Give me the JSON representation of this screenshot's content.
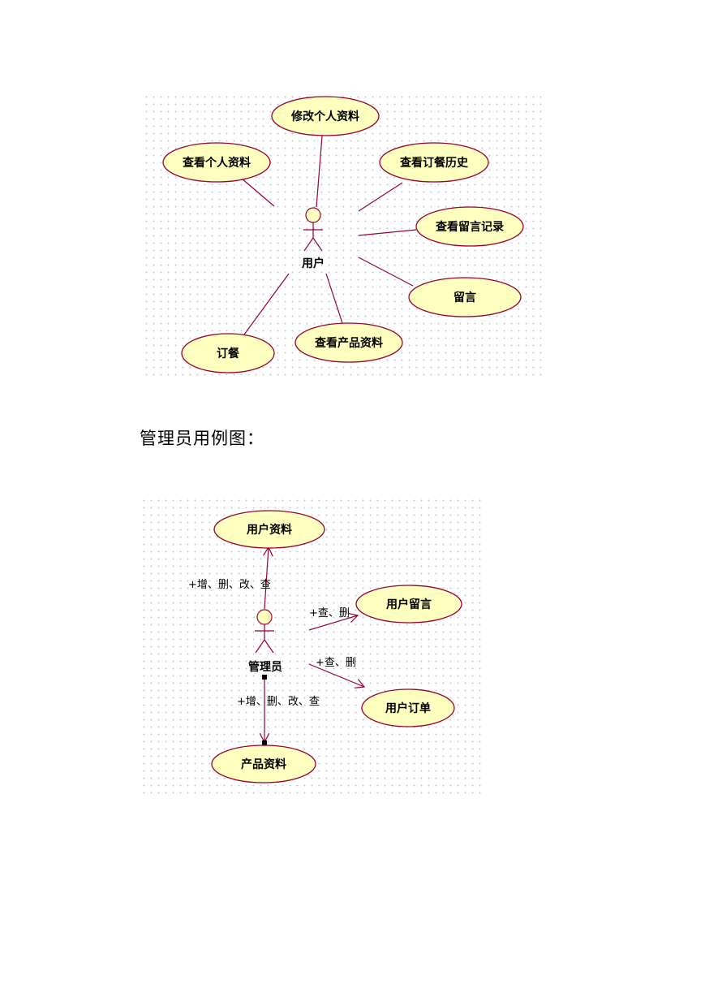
{
  "diagram1": {
    "actor": "用户",
    "use_cases": {
      "edit_profile": "修改个人资料",
      "view_profile": "查看个人资料",
      "order_history": "查看订餐历史",
      "message_records": "查看留言记录",
      "message": "留言",
      "view_products": "查看产品资料",
      "order": "订餐"
    }
  },
  "caption": "管理员用例图：",
  "diagram2": {
    "actor": "管理员",
    "use_cases": {
      "user_data": "用户资料",
      "user_messages": "用户留言",
      "user_orders": "用户订单",
      "product_data": "产品资料"
    },
    "labels": {
      "user_data": "+增、删、改、查",
      "user_messages": "+查、删",
      "user_orders": "+查、删",
      "product_data": "+增、删、改、查"
    }
  },
  "colors": {
    "use_case_fill": "#ffffc0",
    "line": "#990033"
  }
}
